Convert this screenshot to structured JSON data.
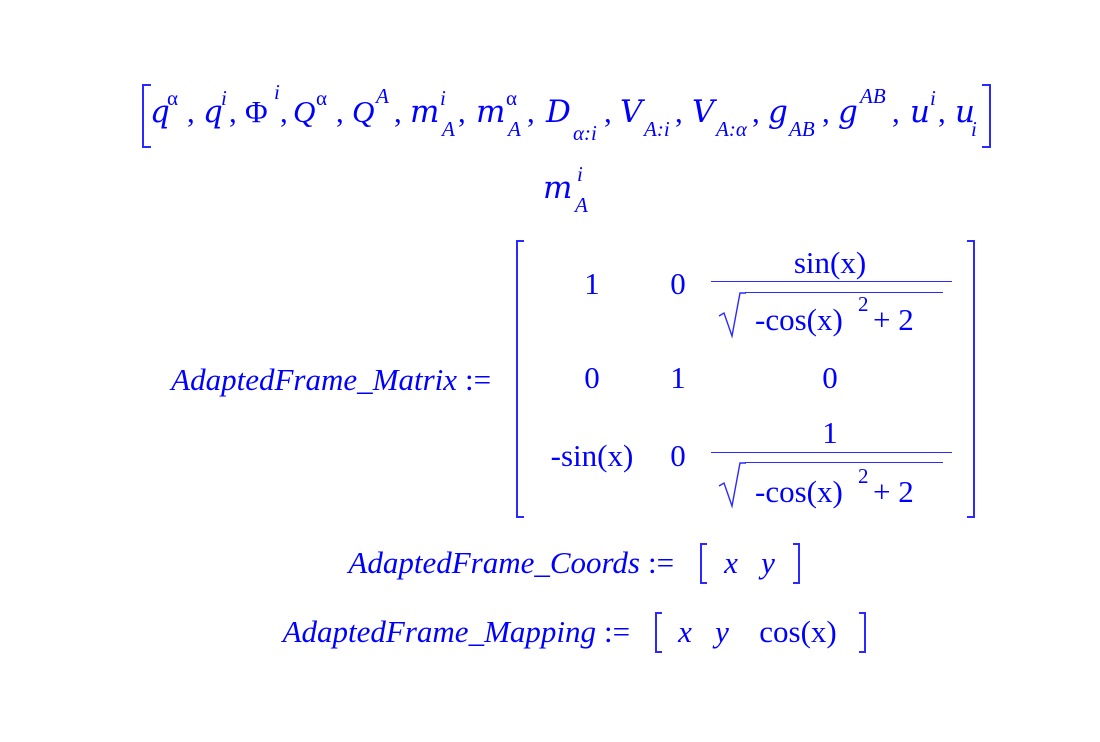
{
  "worksheet": {
    "list": {
      "comma": ",",
      "items": [
        {
          "base": "q",
          "sup": "α"
        },
        {
          "base": "q",
          "sup": "i"
        },
        {
          "base": "Φ",
          "sup": "i"
        },
        {
          "base": "Q",
          "sup": "α"
        },
        {
          "base": "Q",
          "sup": "A"
        },
        {
          "base": "m",
          "sup": "i",
          "sub": "A"
        },
        {
          "base": "m",
          "sup": "α",
          "sub": "A"
        },
        {
          "base": "D",
          "sub": "α:i"
        },
        {
          "base": "V",
          "sub": "A:i"
        },
        {
          "base": "V",
          "sub": "A:α"
        },
        {
          "base": "g",
          "sub": "AB"
        },
        {
          "base": "g",
          "sup": "AB"
        },
        {
          "base": "u",
          "sup": "i"
        },
        {
          "base": "u",
          "sub": "i"
        }
      ]
    },
    "selected": {
      "base": "m",
      "sup": "i",
      "sub": "A"
    },
    "assign_op": ":=",
    "matrix": {
      "name": "AdaptedFrame_Matrix",
      "cells": [
        [
          "1",
          "0",
          {
            "num": "sin(x)",
            "den": "-cos(x)",
            "den_pow": "2",
            "den_tail": "+ 2"
          }
        ],
        [
          "0",
          "1",
          "0"
        ],
        [
          "-sin(x)",
          "0",
          {
            "num": "1",
            "den": "-cos(x)",
            "den_pow": "2",
            "den_tail": "+ 2"
          }
        ]
      ]
    },
    "coords": {
      "name": "AdaptedFrame_Coords",
      "values": [
        "x",
        "y"
      ]
    },
    "mapping": {
      "name": "AdaptedFrame_Mapping",
      "values": [
        "x",
        "y",
        "cos(x)"
      ]
    }
  }
}
